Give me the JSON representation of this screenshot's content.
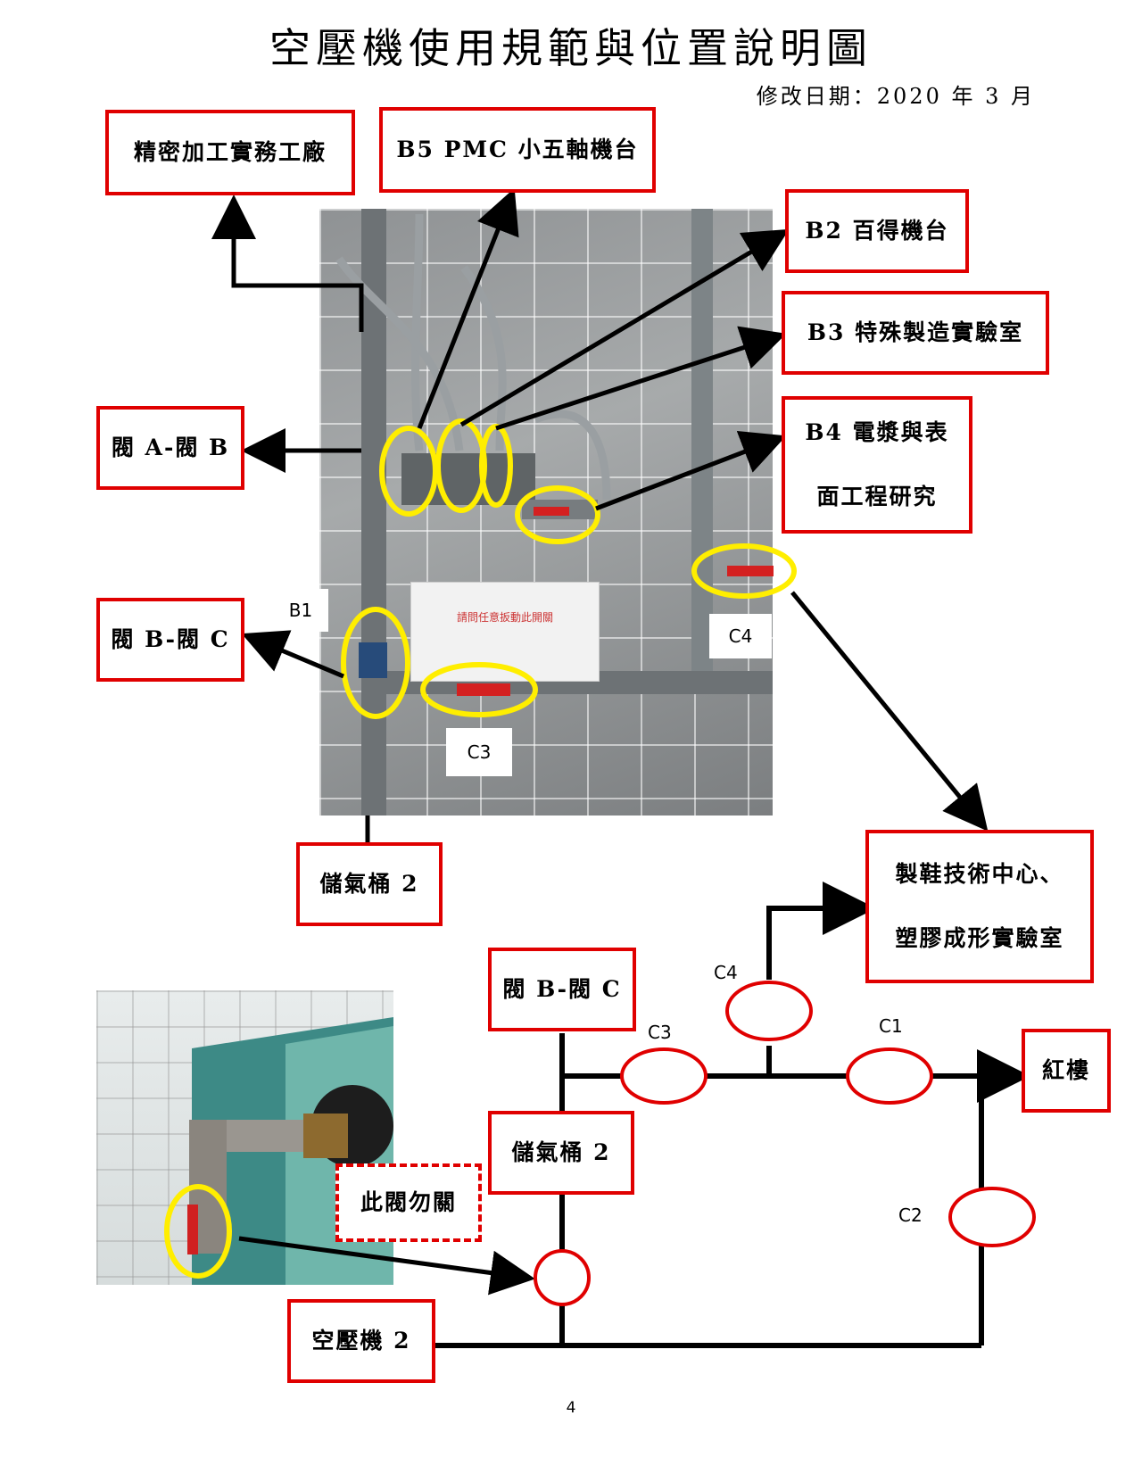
{
  "title": "空壓機使用規範與位置說明圖",
  "date": "修改日期：2020 年 3 月",
  "page_number": "4",
  "photo_top": {
    "note": "請問任意扳動此開關",
    "tag_b1": "B1",
    "tag_c4": "C4",
    "tag_c3": "C3"
  },
  "labels": {
    "precision": "精密加工實務工廠",
    "b5": "B5 PMC 小五軸機台",
    "b2": "B2 百得機台",
    "b3": "B3 特殊製造實驗室",
    "b4_line1": "B4 電漿與表",
    "b4_line2": "面工程研究",
    "valve_ab": "閥 A-閥 B",
    "valve_bc_top": "閥 B-閥 C",
    "tank_top": "儲氣桶 2",
    "shoe_line1": "製鞋技術中心、",
    "shoe_line2": "塑膠成形實驗室"
  },
  "diagram": {
    "valve_bc": "閥 B-閥 C",
    "tank": "儲氣桶 2",
    "compressor": "空壓機 2",
    "do_not_close": "此閥勿關",
    "red_building": "紅樓",
    "c1": "C1",
    "c2": "C2",
    "c3": "C3",
    "c4": "C4"
  },
  "colors": {
    "box_border": "#e00000",
    "highlight": "#ffee00",
    "line": "#000000"
  }
}
